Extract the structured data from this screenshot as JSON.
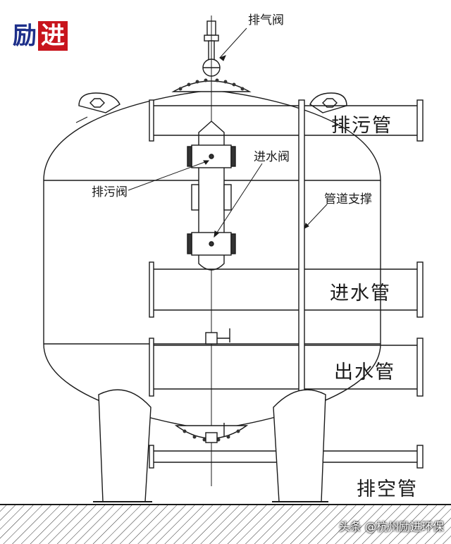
{
  "logo": {
    "part1": "励",
    "part2": "进"
  },
  "labels": {
    "exhaust_valve": "排气阀",
    "drain_valve": "排污阀",
    "inlet_valve": "进水阀",
    "pipe_support": "管道支撑",
    "drain_pipe": "排污管",
    "inlet_pipe": "进水管",
    "outlet_pipe": "出水管",
    "empty_pipe": "排空管"
  },
  "watermark": "头条 @杭州励进环保"
}
